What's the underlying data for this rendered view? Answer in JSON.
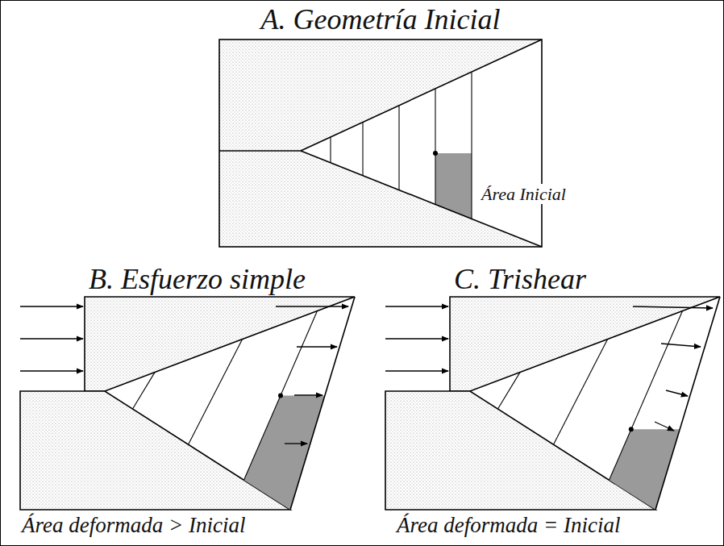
{
  "diagram": {
    "labels": [
      "A. Geometría Inicial",
      "Área Inicial",
      "B. Esfuerzo simple",
      "C. Trishear",
      "Área deformada > Inicial",
      "Área deformada = Inicial"
    ]
  }
}
